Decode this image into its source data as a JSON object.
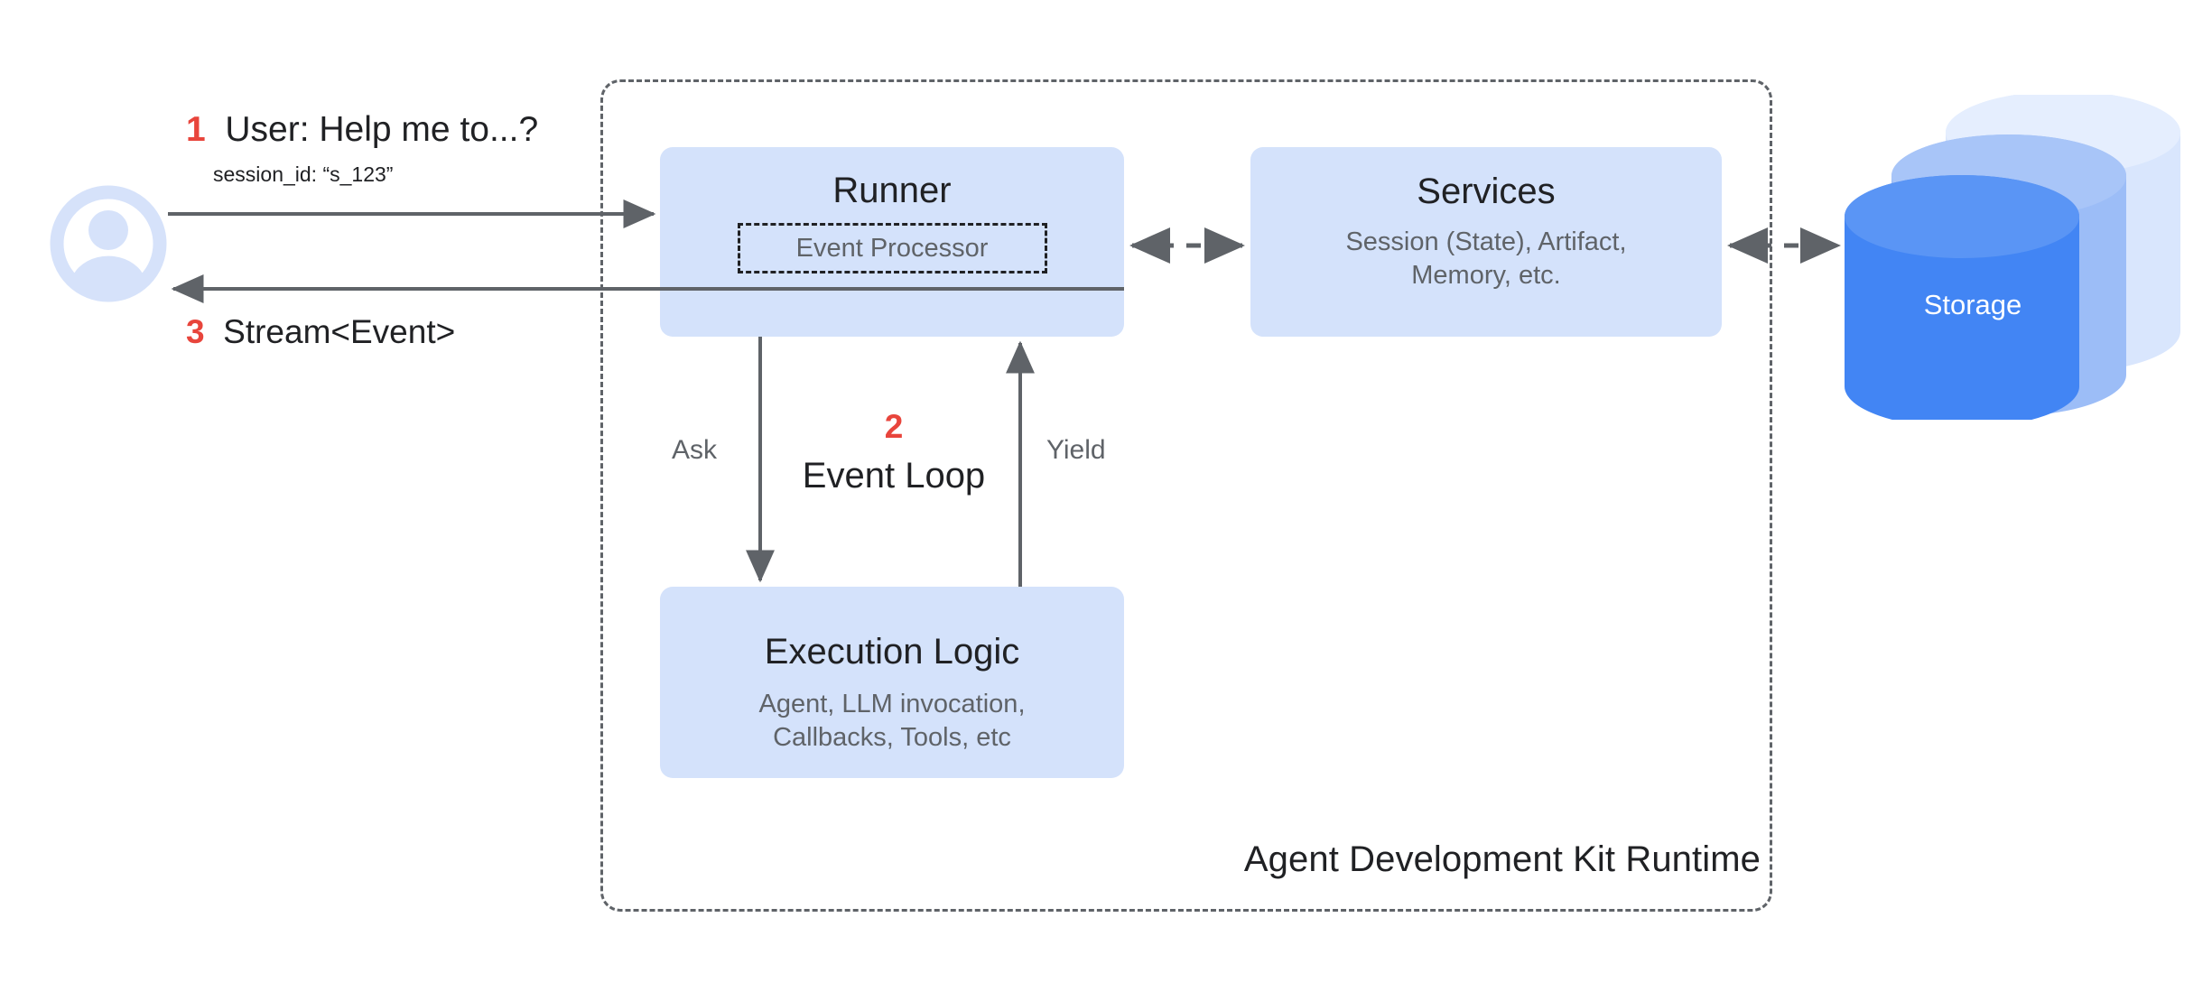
{
  "diagram": {
    "title": "Agent Development Kit Runtime",
    "colors": {
      "box_fill": "#d4e2fb",
      "accent_red": "#e8453c",
      "text_dark": "#202124",
      "text_gray": "#5f6368",
      "storage_front": "#4285f4",
      "storage_mid": "#8ab4f8",
      "storage_back": "#d9e6fd",
      "avatar": "#d6e2fa",
      "arrow": "#5f6368"
    }
  },
  "actor": {
    "avatar_icon": "user-avatar-icon"
  },
  "flow": {
    "step1_num": "1",
    "step1_text": "User: Help me to...?",
    "step1_sub": "session_id: “s_123”",
    "step3_num": "3",
    "step3_text": "Stream<Event>",
    "step2_num": "2",
    "step2_text": "Event Loop",
    "ask_label": "Ask",
    "yield_label": "Yield"
  },
  "runner": {
    "title": "Runner",
    "event_processor": "Event Processor"
  },
  "services": {
    "title": "Services",
    "subtitle": "Session (State), Artifact,\nMemory, etc."
  },
  "execution": {
    "title": "Execution Logic",
    "subtitle": "Agent, LLM invocation,\nCallbacks, Tools, etc"
  },
  "storage": {
    "label": "Storage"
  }
}
